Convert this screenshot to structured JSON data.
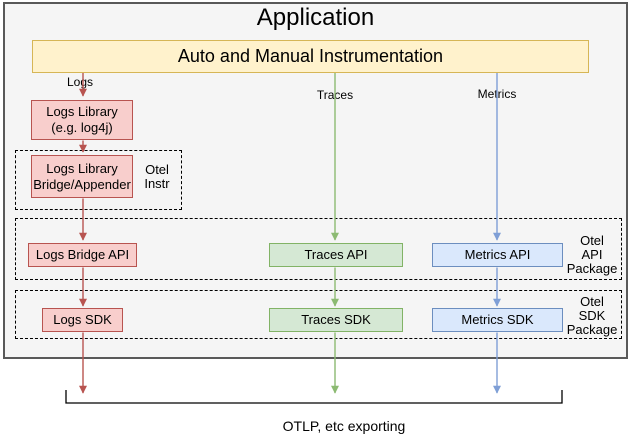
{
  "app": {
    "title": "Application",
    "instrumentation": {
      "label": "Auto and Manual Instrumentation"
    },
    "flow_labels": {
      "logs": "Logs",
      "traces": "Traces",
      "metrics": "Metrics"
    },
    "nodes": {
      "logs_library": "Logs Library\n(e.g. log4j)",
      "logs_bridge": "Logs Library\nBridge/Appender",
      "logs_api": "Logs Bridge API",
      "traces_api": "Traces API",
      "metrics_api": "Metrics API",
      "logs_sdk": "Logs SDK",
      "traces_sdk": "Traces SDK",
      "metrics_sdk": "Metrics SDK"
    },
    "groups": {
      "instr": "Otel\nInstr",
      "api": "Otel\nAPI\nPackage",
      "sdk": "Otel\nSDK\nPackage"
    },
    "colors": {
      "logs_fill": "#f8cecc",
      "logs_stroke": "#b85450",
      "traces_fill": "#d5e8d4",
      "traces_stroke": "#82b366",
      "metrics_fill": "#dae8fc",
      "metrics_stroke": "#6c8ebf",
      "instr_fill": "#fff2cc",
      "instr_stroke": "#d6b656",
      "app_fill": "#f5f5f5",
      "app_stroke": "#595959",
      "logs_arrow": "#b85450",
      "traces_arrow": "#8cba72",
      "metrics_arrow": "#7f9fd6"
    }
  },
  "export": {
    "label": "OTLP, etc exporting"
  }
}
